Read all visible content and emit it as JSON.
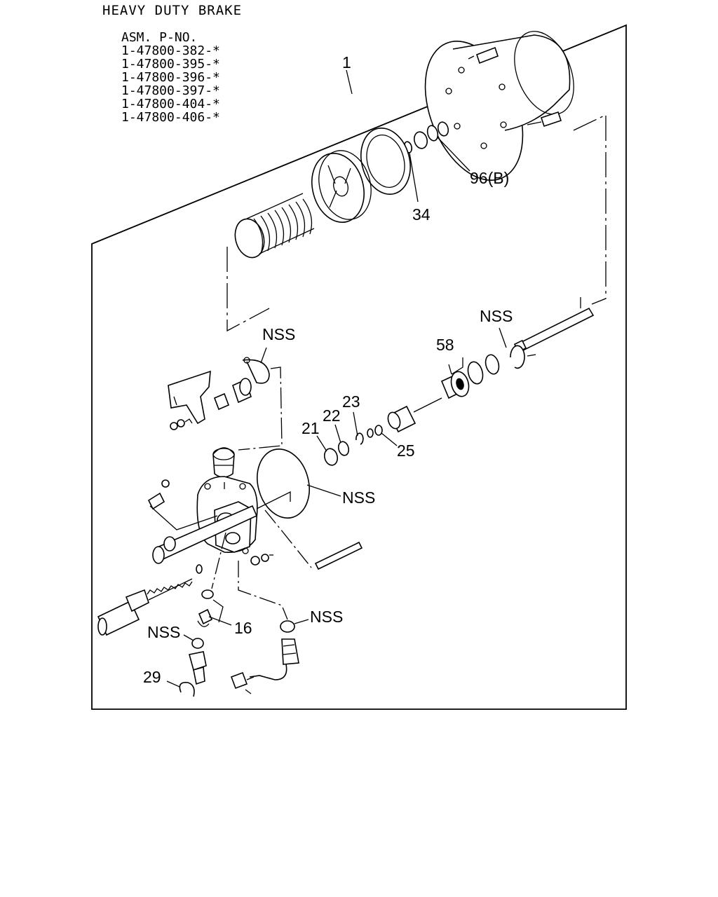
{
  "title": "HEAVY DUTY BRAKE",
  "asm_label": "ASM. P-NO.",
  "part_numbers": [
    "1-47800-382-*",
    "1-47800-395-*",
    "1-47800-396-*",
    "1-47800-397-*",
    "1-47800-404-*",
    "1-47800-406-*"
  ],
  "callouts": {
    "c1": "1",
    "c96b": "96(B)",
    "c34": "34",
    "c58": "58",
    "c21": "21",
    "c22": "22",
    "c23": "23",
    "c25": "25",
    "c16": "16",
    "c29": "29",
    "nss_clip": "NSS",
    "nss_oring": "NSS",
    "nss_right": "NSS",
    "nss_bottom": "NSS",
    "nss_left": "NSS"
  }
}
